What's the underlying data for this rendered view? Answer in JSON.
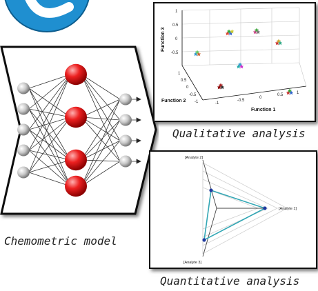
{
  "captions": {
    "chemometric": "Chemometric model",
    "qualitative": "Qualitative analysis",
    "quantitative": "Quantitative analysis"
  },
  "scatter3d": {
    "axis_labels": {
      "x": "Function 1",
      "y": "Function 2",
      "z": "Function 3"
    },
    "z_ticks": [
      "1",
      "0.5",
      "0",
      "-0.5"
    ],
    "y_ticks": [
      "1",
      "0.5",
      "0",
      "-0.5",
      "-1"
    ],
    "x_ticks": [
      "-1",
      "-0.5",
      "0",
      "0.5",
      "1"
    ]
  },
  "radar": {
    "labels": {
      "a1": "[Analyte 1]",
      "a2": "[Analyte 2]",
      "a3": "[Analyte 3]"
    }
  },
  "colors": {
    "accent_circle": "#1f8fd0",
    "neuron_red": "#e01818",
    "neuron_gray": "#c8c8c8",
    "radar_line": "#33a7b5",
    "radar_point": "#1f3aa0"
  }
}
